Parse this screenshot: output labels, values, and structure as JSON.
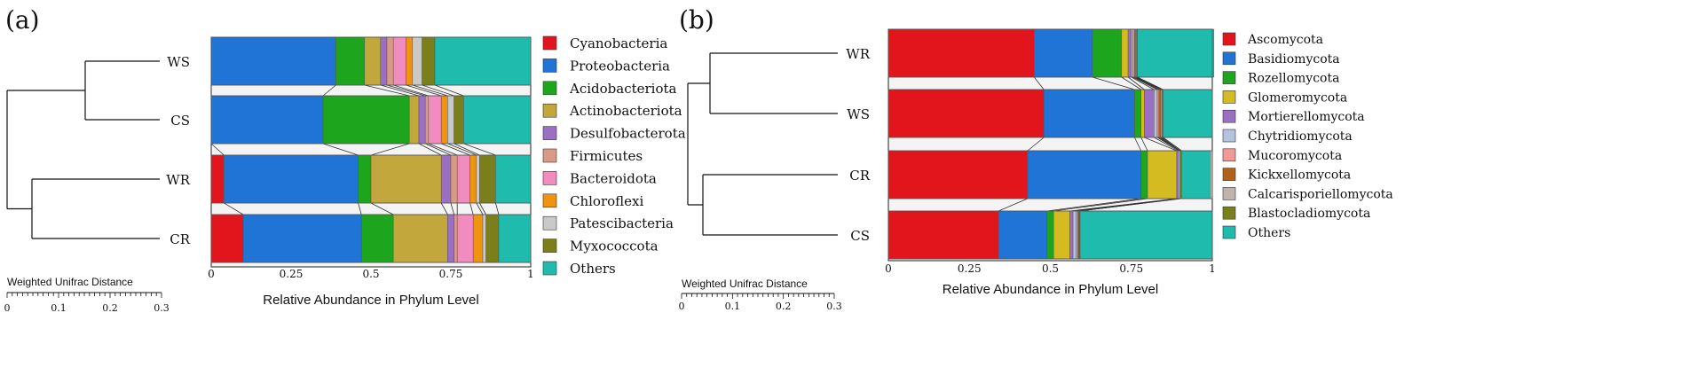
{
  "chart_data": [
    {
      "panel_label": "(a)",
      "type": "stacked-bar-horizontal",
      "categories": [
        "WS",
        "CS",
        "WR",
        "CR"
      ],
      "series": [
        {
          "name": "Cyanobacteria",
          "color": "#e3151c",
          "values": [
            0.0,
            0.0,
            0.04,
            0.1
          ]
        },
        {
          "name": "Proteobacteria",
          "color": "#1f74d6",
          "values": [
            0.39,
            0.35,
            0.42,
            0.37
          ]
        },
        {
          "name": "Acidobacteriota",
          "color": "#1ea51e",
          "values": [
            0.09,
            0.27,
            0.04,
            0.1
          ]
        },
        {
          "name": "Actinobacteriota",
          "color": "#c2a83c",
          "values": [
            0.05,
            0.03,
            0.22,
            0.17
          ]
        },
        {
          "name": "Desulfobacterota",
          "color": "#9b6fc4",
          "values": [
            0.02,
            0.02,
            0.03,
            0.02
          ]
        },
        {
          "name": "Firmicutes",
          "color": "#d99a88",
          "values": [
            0.02,
            0.01,
            0.02,
            0.01
          ]
        },
        {
          "name": "Bacteroidota",
          "color": "#f08cbe",
          "values": [
            0.04,
            0.04,
            0.04,
            0.05
          ]
        },
        {
          "name": "Chloroflexi",
          "color": "#f0930e",
          "values": [
            0.02,
            0.02,
            0.02,
            0.03
          ]
        },
        {
          "name": "Patescibacteria",
          "color": "#c9c9c9",
          "values": [
            0.03,
            0.02,
            0.01,
            0.01
          ]
        },
        {
          "name": "Myxococcota",
          "color": "#7b7f1b",
          "values": [
            0.04,
            0.03,
            0.05,
            0.04
          ]
        },
        {
          "name": "Others",
          "color": "#1fbbad",
          "values": [
            0.3,
            0.21,
            0.11,
            0.1
          ]
        }
      ],
      "xlabel": "Relative Abundance in Phylum Level",
      "xlim": [
        0,
        1
      ],
      "xticks": [
        "0",
        "0.25",
        "0.5",
        "0.75",
        "1"
      ],
      "legend": "right",
      "tree": {
        "title": "Weighted Unifrac Distance",
        "scale_ticks": [
          "0",
          "0.1",
          "0.2",
          "0.3"
        ],
        "max": 0.3
      }
    },
    {
      "panel_label": "(b)",
      "type": "stacked-bar-horizontal",
      "categories": [
        "WR",
        "WS",
        "CR",
        "CS"
      ],
      "series": [
        {
          "name": "Ascomycota",
          "color": "#e3151c",
          "values": [
            0.45,
            0.48,
            0.43,
            0.34
          ]
        },
        {
          "name": "Basidiomycota",
          "color": "#1f74d6",
          "values": [
            0.18,
            0.28,
            0.35,
            0.15
          ]
        },
        {
          "name": "Rozellomycota",
          "color": "#1ea51e",
          "values": [
            0.09,
            0.02,
            0.02,
            0.02
          ]
        },
        {
          "name": "Glomeromycota",
          "color": "#d4bb21",
          "values": [
            0.02,
            0.01,
            0.09,
            0.05
          ]
        },
        {
          "name": "Mortierellomycota",
          "color": "#9b6fc4",
          "values": [
            0.01,
            0.03,
            0.005,
            0.01
          ]
        },
        {
          "name": "Chytridiomycota",
          "color": "#b4c3de",
          "values": [
            0.005,
            0.01,
            0.005,
            0.01
          ]
        },
        {
          "name": "Mucoromycota",
          "color": "#f09a95",
          "values": [
            0.005,
            0.005,
            0.0,
            0.005
          ]
        },
        {
          "name": "Kickxellomycota",
          "color": "#b0621c",
          "values": [
            0.003,
            0.005,
            0.0,
            0.003
          ]
        },
        {
          "name": "Calcarisporiellomycota",
          "color": "#bfb5ad",
          "values": [
            0.003,
            0.004,
            0.0,
            0.002
          ]
        },
        {
          "name": "Blastocladiomycota",
          "color": "#7b7f1b",
          "values": [
            0.003,
            0.004,
            0.005,
            0.002
          ]
        },
        {
          "name": "Others",
          "color": "#1fbbad",
          "values": [
            0.236,
            0.152,
            0.09,
            0.408
          ]
        }
      ],
      "xlabel": "Relative Abundance in Phylum Level",
      "xlim": [
        0,
        1
      ],
      "xticks": [
        "0",
        "0.25",
        "0.5",
        "0.75",
        "1"
      ],
      "legend": "right",
      "tree": {
        "title": "Weighted Unifrac Distance",
        "scale_ticks": [
          "0",
          "0.1",
          "0.2",
          "0.3"
        ],
        "max": 0.3
      }
    }
  ]
}
